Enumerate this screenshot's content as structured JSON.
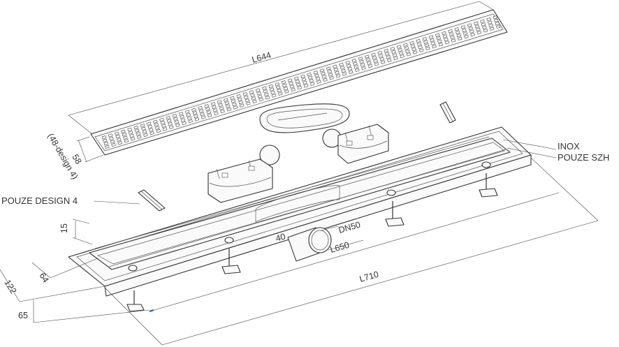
{
  "labels": {
    "grate_length": "L644",
    "grate_width": "58",
    "grate_width_note": "(48-design 4)",
    "inox": "INOX",
    "pouze_szh": "POUZE SZH",
    "pouze_design4": "POUZE DESIGN 4",
    "depth": "15",
    "inner_width": "64",
    "outer_width": "122",
    "height": "65",
    "outlet_dn": "DN50",
    "outlet_offset": "40",
    "inner_length": "L650",
    "outer_length": "L710"
  },
  "colors": {
    "line": "#333333",
    "accent": "#2255cc"
  }
}
